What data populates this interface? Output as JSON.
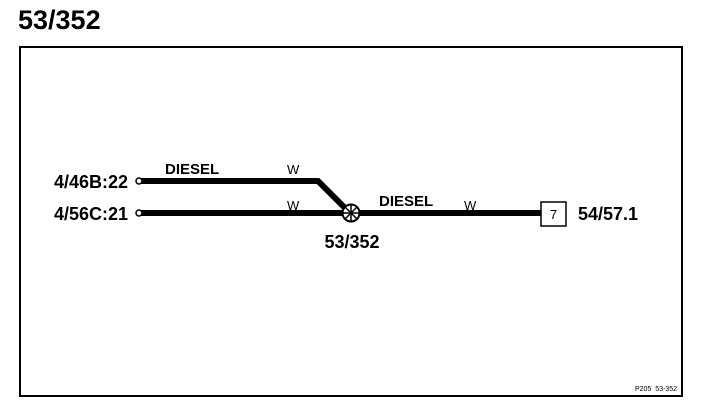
{
  "page": {
    "title": "53/352",
    "reference_code": "P205  53-352"
  },
  "terminals": {
    "upper_left": "4/46B:22",
    "lower_left": "4/56C:21",
    "right": "54/57.1"
  },
  "wires": {
    "upper": {
      "label": "DIESEL",
      "color_code": "W"
    },
    "lower": {
      "color_code": "W"
    },
    "output": {
      "label": "DIESEL",
      "color_code": "W"
    }
  },
  "splice": {
    "label": "53/352",
    "icon": "splice-cross-circle-icon"
  },
  "connector": {
    "pin": "7",
    "icon": "connector-box-icon"
  },
  "colors": {
    "line": "#000000",
    "background": "#ffffff"
  }
}
